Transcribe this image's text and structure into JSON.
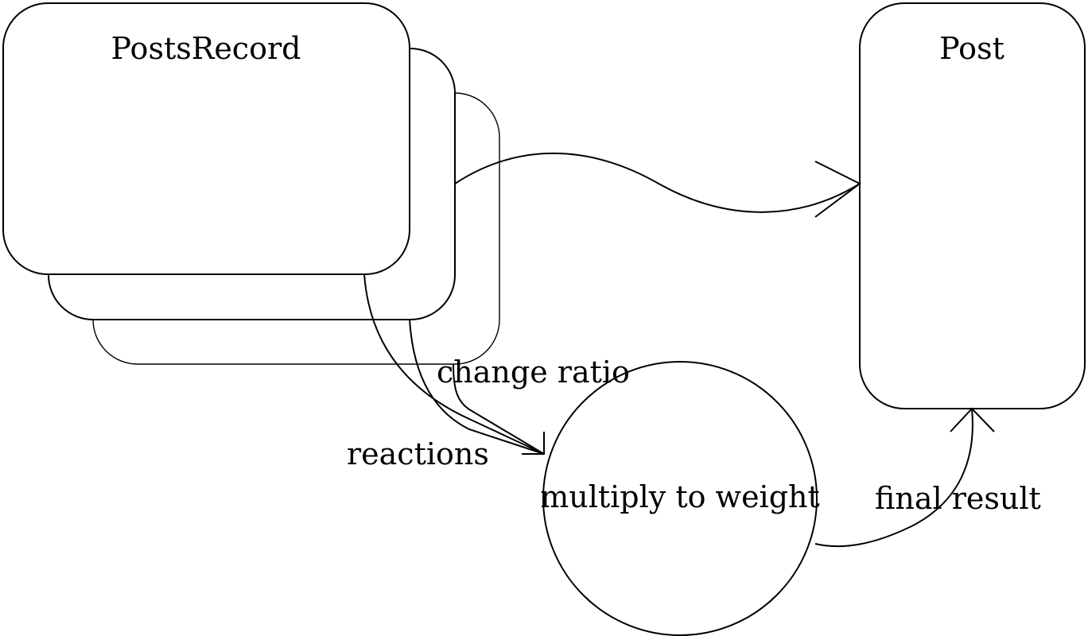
{
  "nodes": {
    "posts_record": {
      "label": "PostsRecord"
    },
    "post": {
      "label": "Post"
    },
    "multiply": {
      "label": "multiply to weight"
    }
  },
  "edges": {
    "change_ratio": {
      "label": "change ratio"
    },
    "reactions": {
      "label": "reactions"
    },
    "final_result": {
      "label": "final result"
    }
  }
}
